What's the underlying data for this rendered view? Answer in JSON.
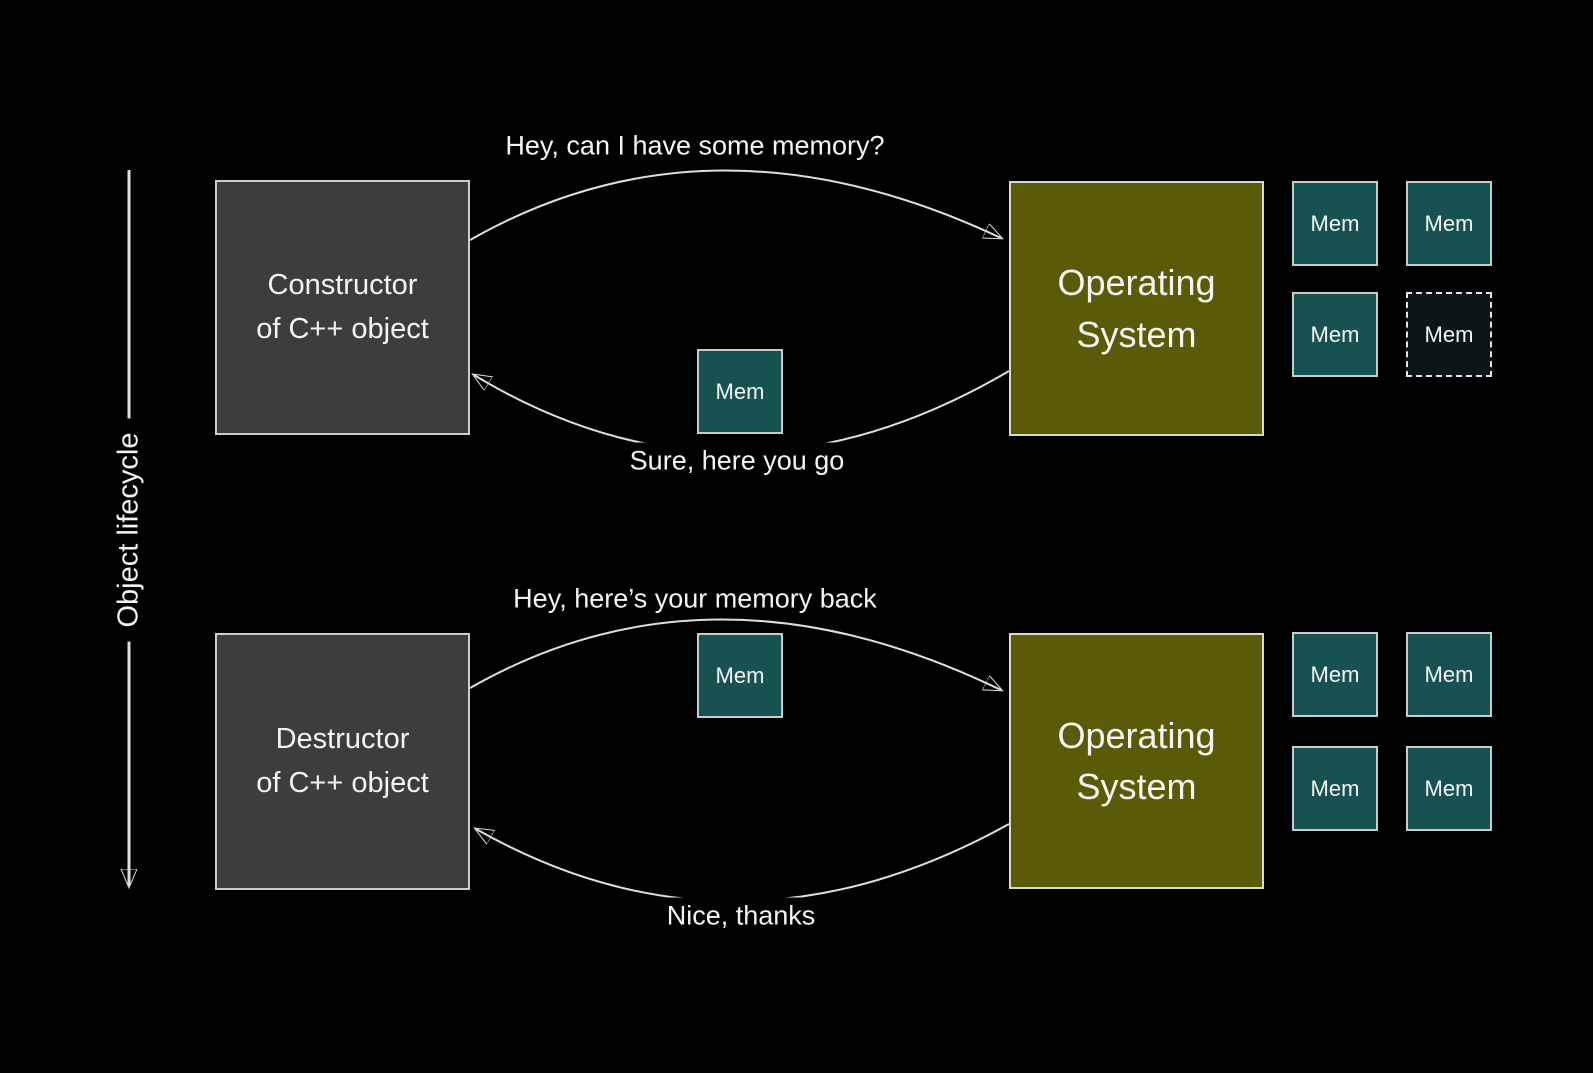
{
  "colors": {
    "background": "#000000",
    "actor_box_bg": "#3d3d3d",
    "actor_box_border": "#cccccc",
    "os_box_bg": "#5a5a08",
    "os_box_border": "#d9d9c4",
    "mem_box_bg": "#175151",
    "mem_box_border": "#c7cdce",
    "mem_freed_bg": "#0c1517",
    "mem_freed_border": "#e5e5e5",
    "arrow_color": "#dedede",
    "text_color": "#f4f4f4"
  },
  "lifecycle_axis": {
    "label": "Object lifecycle"
  },
  "allocation": {
    "actor_label": "Constructor\nof C++ object",
    "os_label": "Operating\nSystem",
    "request_label": "Hey, can I have some memory?",
    "response_label": "Sure, here you go",
    "transfer_mem_label": "Mem",
    "os_mem_pool": [
      {
        "label": "Mem",
        "state": "allocated"
      },
      {
        "label": "Mem",
        "state": "allocated"
      },
      {
        "label": "Mem",
        "state": "allocated"
      },
      {
        "label": "Mem",
        "state": "freed"
      }
    ]
  },
  "deallocation": {
    "actor_label": "Destructor\nof C++ object",
    "os_label": "Operating\nSystem",
    "request_label": "Hey, here’s your memory back",
    "response_label": "Nice, thanks",
    "transfer_mem_label": "Mem",
    "os_mem_pool": [
      {
        "label": "Mem",
        "state": "allocated"
      },
      {
        "label": "Mem",
        "state": "allocated"
      },
      {
        "label": "Mem",
        "state": "allocated"
      },
      {
        "label": "Mem",
        "state": "allocated"
      }
    ]
  }
}
